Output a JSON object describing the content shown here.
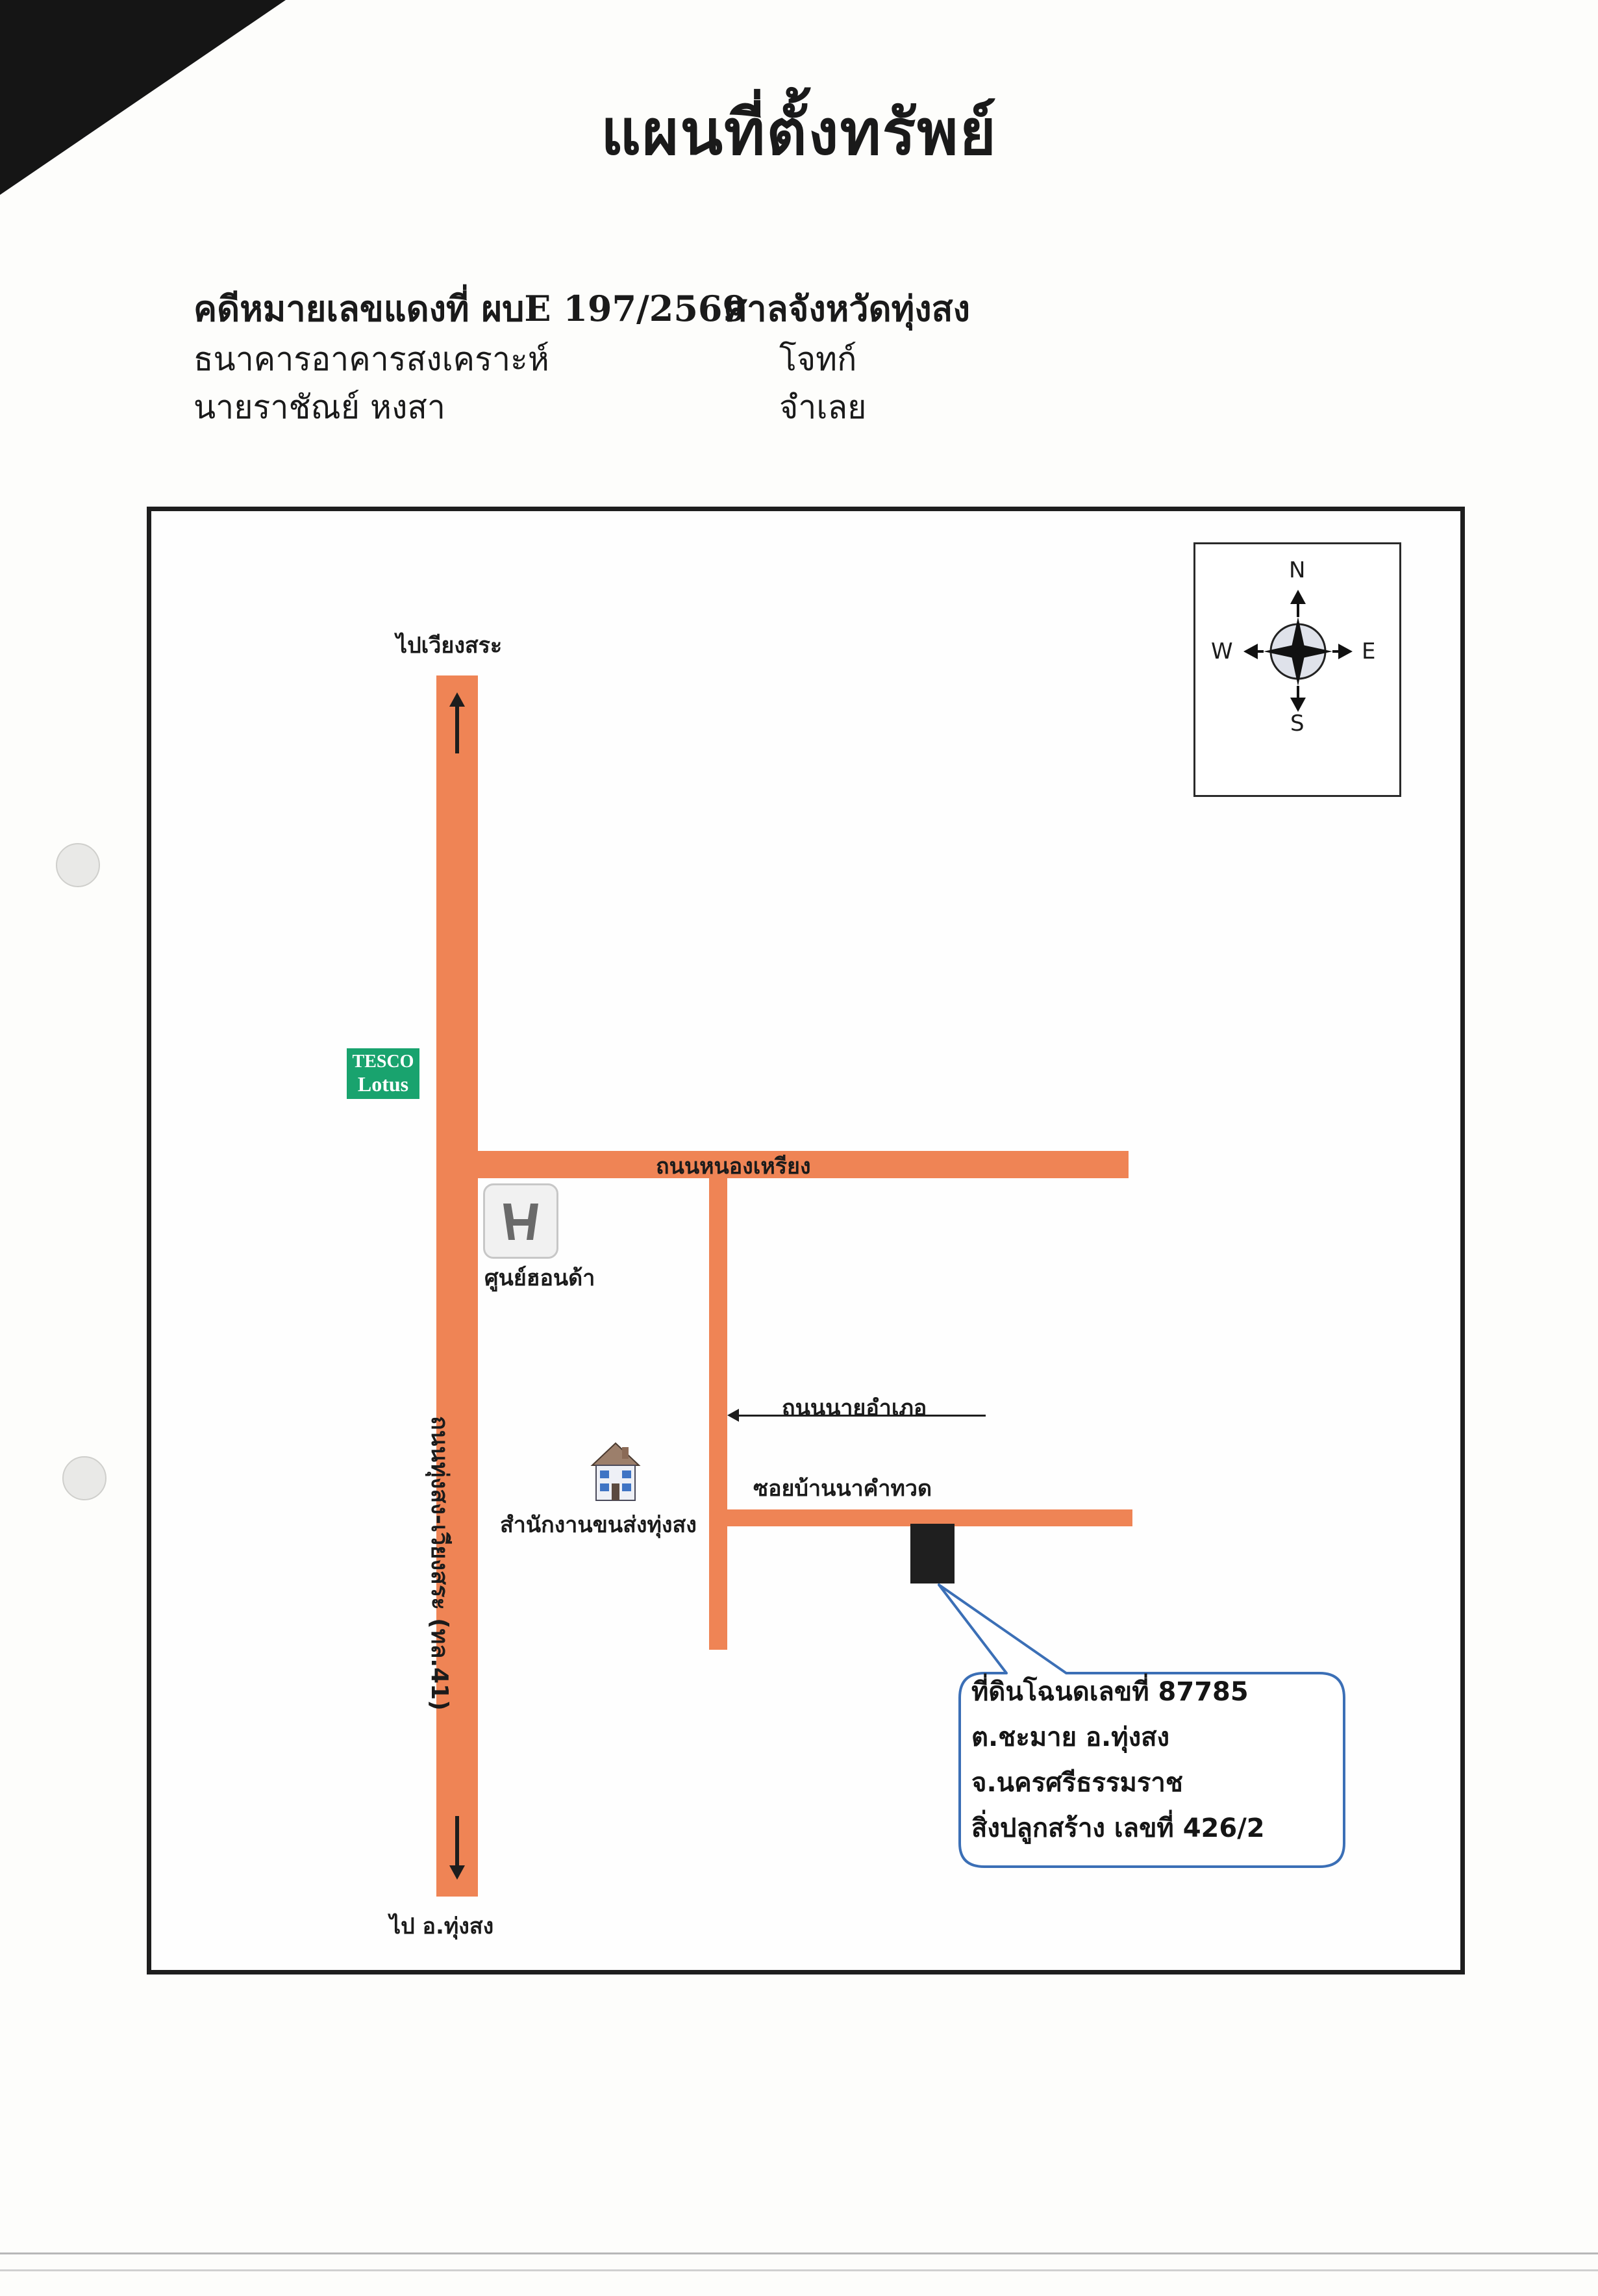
{
  "title": "แผนที่ตั้งทรัพย์",
  "case": {
    "red_case_label": "คดีหมายเลขแดงที่ ผบE 197/2569",
    "court": "ศาลจังหวัดทุ่งสง",
    "plaintiff_name": "ธนาคารอาคารสงเคราะห์",
    "plaintiff_role": "โจทก์",
    "defendant_name": "นายราชัณย์ หงสา",
    "defendant_role": "จำเลย"
  },
  "map": {
    "to_north": "ไปเวียงสระ",
    "to_south": "ไป อ.ทุ่งสง",
    "main_road": "ถนนทุ่งสง-เวียงสระ (ทล.41)",
    "road_nong_riang": "ถนนหนองเหรียง",
    "road_nai_amphoe": "ถนนนายอำเภอ",
    "soi_ban_na_kham_huat": "ซอยบ้านนาคำทวด",
    "honda_center": "ศูนย์ฮอนด้า",
    "transport_office": "สำนักงานขนส่งทุ่งสง",
    "tesco_line1": "TESCO",
    "tesco_line2": "Lotus"
  },
  "compass": {
    "n": "N",
    "s": "S",
    "e": "E",
    "w": "W"
  },
  "property": {
    "line1": "ที่ดินโฉนดเลขที่ 87785",
    "line2": "ต.ชะมาย อ.ทุ่งสง",
    "line3": "จ.นครศรีธรรมราช",
    "line4": "สิ่งปลูกสร้าง เลขที่ 426/2"
  },
  "colors": {
    "road": "#ef8455",
    "tesco": "#19a36e",
    "callout_border": "#3b6fb6"
  }
}
